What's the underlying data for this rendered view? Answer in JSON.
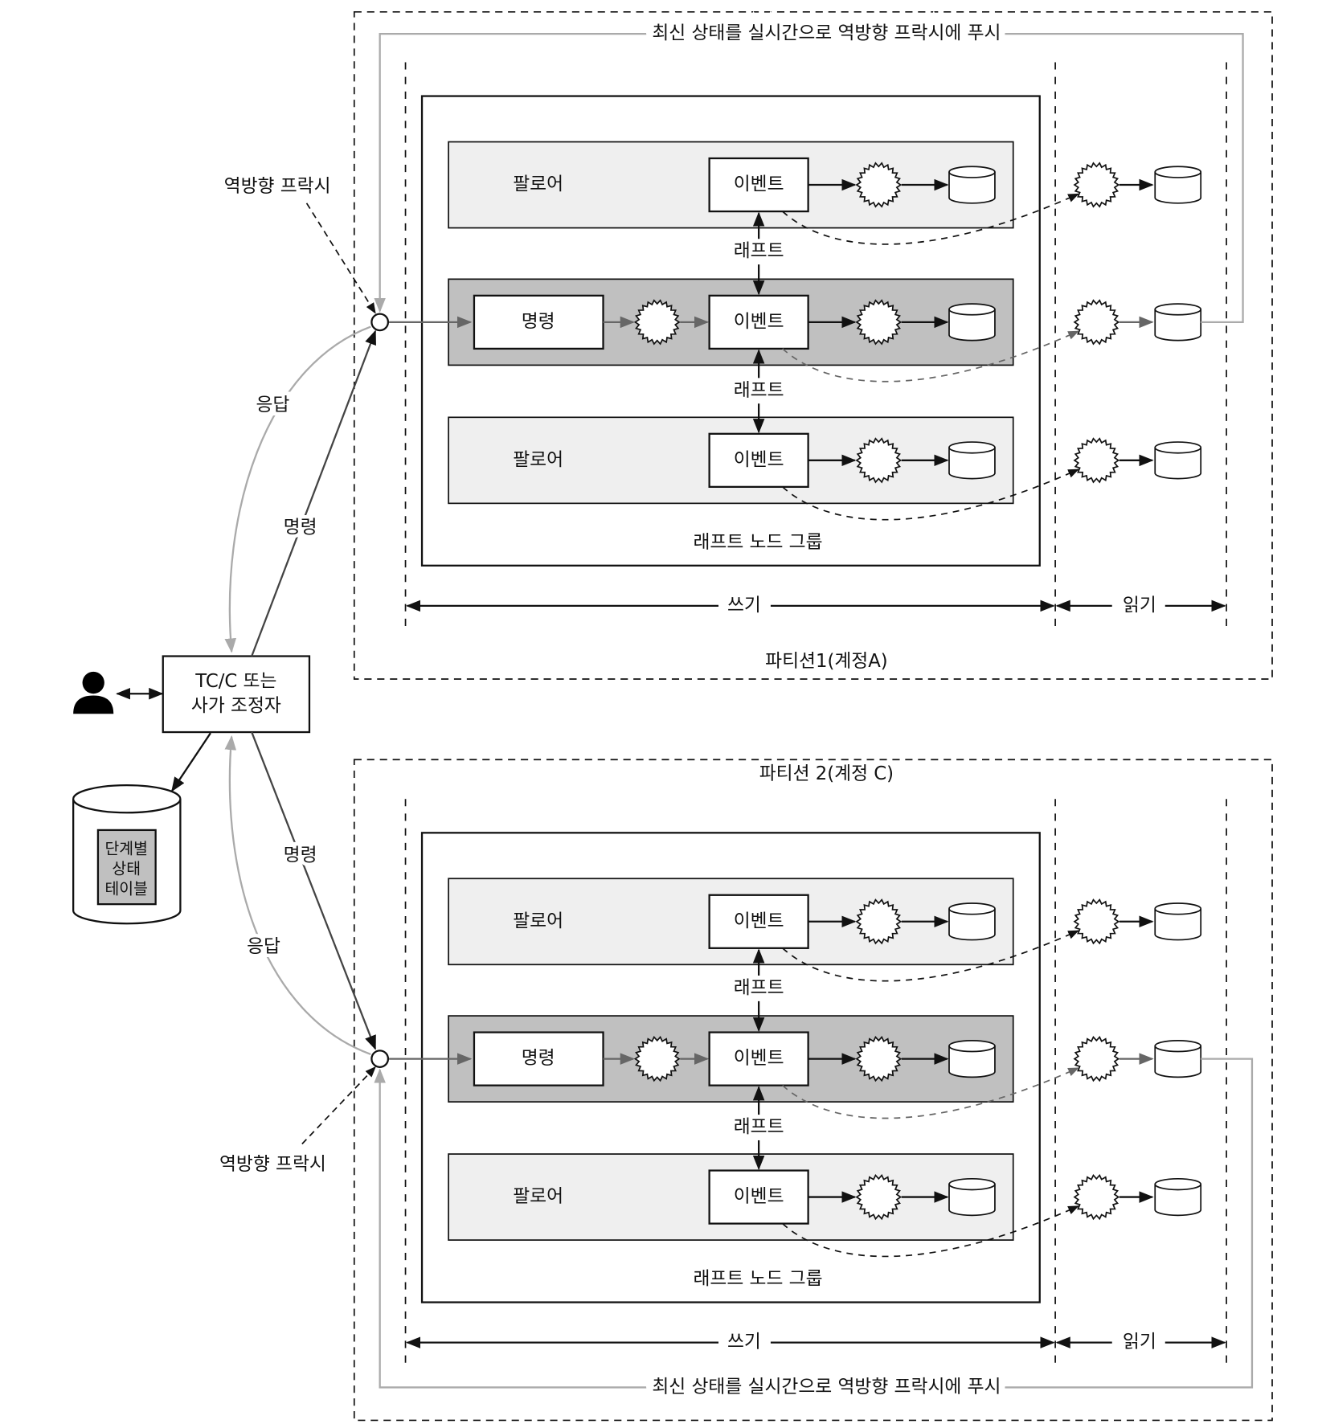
{
  "coordinator": {
    "line1": "TC/C 또는",
    "line2": "사가 조정자"
  },
  "state_db": {
    "line1": "단계별",
    "line2": "상태",
    "line3": "테이블"
  },
  "user_icon": "person-icon",
  "partitions": [
    {
      "label": "파티션1(계정A)",
      "push_label": "최신 상태를 실시간으로 역방향 프락시에 푸시",
      "reverse_proxy_label": "역방향 프락시",
      "response_label": "응답",
      "command_label": "명령",
      "group_label": "래프트 노드 그룹",
      "write_label": "쓰기",
      "read_label": "읽기",
      "raft_labels": [
        "래프트",
        "래프트"
      ],
      "rows": [
        {
          "role": "팔로어",
          "event": "이벤트"
        },
        {
          "role": "명령",
          "event": "이벤트",
          "leader": true
        },
        {
          "role": "팔로어",
          "event": "이벤트"
        }
      ]
    },
    {
      "label": "파티션 2(계정 C)",
      "push_label": "최신 상태를 실시간으로 역방향 프락시에 푸시",
      "reverse_proxy_label": "역방향 프락시",
      "response_label": "응답",
      "command_label": "명령",
      "group_label": "래프트 노드 그룹",
      "write_label": "쓰기",
      "read_label": "읽기",
      "raft_labels": [
        "래프트",
        "래프트"
      ],
      "rows": [
        {
          "role": "팔로어",
          "event": "이벤트"
        },
        {
          "role": "명령",
          "event": "이벤트",
          "leader": true
        },
        {
          "role": "팔로어",
          "event": "이벤트"
        }
      ]
    }
  ],
  "colors": {
    "follower_fill": "#efefef",
    "leader_fill": "#c0c0c0",
    "push_line": "#aaaaaa",
    "response_line": "#aaaaaa",
    "db_label_fill": "#c0c0c0"
  }
}
